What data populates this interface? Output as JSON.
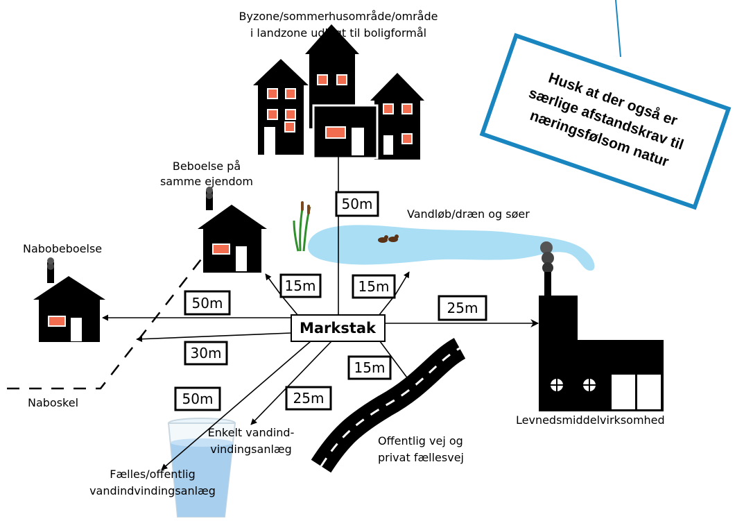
{
  "center": {
    "label": "Markstak"
  },
  "labels": {
    "urban_line1": "Byzone/sommerhusområde/område",
    "urban_line2": "i landzone udlagt til boligformål",
    "same_property_line1": "Beboelse på",
    "same_property_line2": "samme ejendom",
    "neighbor_dwelling": "Nabobeboelse",
    "neighbor_boundary": "Naboskel",
    "streams": "Vandløb/dræn og søer",
    "food_business": "Levnedsmiddelvirksomhed",
    "single_water_line1": "Enkelt vandind-",
    "single_water_line2": "vindingsanlæg",
    "public_water_line1": "Fælles/offentlig",
    "public_water_line2": "vandindvindingsanlæg",
    "road_line1": "Offentlig vej og",
    "road_line2": "privat fællesvej"
  },
  "distances": {
    "urban": "50m",
    "same_property": "15m",
    "streams": "15m",
    "food_business": "25m",
    "neighbor_dwelling": "50m",
    "neighbor_boundary": "30m",
    "road": "15m",
    "single_water": "25m",
    "public_water": "50m"
  },
  "note": {
    "line1": "Husk at der også er",
    "line2": "særlige afstandskrav til",
    "line3": "næringsfølsom natur"
  },
  "colors": {
    "note_border": "#1a86c0",
    "water": "#a9def4",
    "window": "#f26c4f",
    "reeds": "#2f8f2a"
  }
}
